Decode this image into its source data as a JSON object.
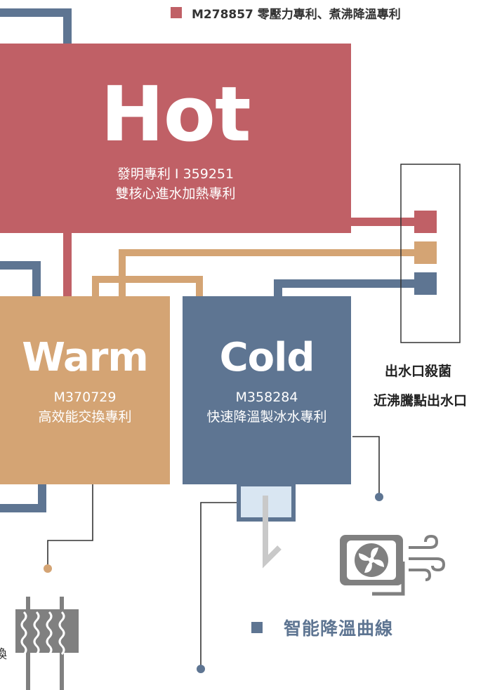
{
  "legend": {
    "patent_text": "M278857 零壓力專利、煮沸降溫專利",
    "color": "#c06066"
  },
  "hot": {
    "title": "Hot",
    "line1": "發明專利 I 359251",
    "line2": "雙核心進水加熱專利",
    "color": "#c06066"
  },
  "warm": {
    "title": "Warm",
    "line1": "M370729",
    "line2": "高效能交換專利",
    "color": "#d4a474"
  },
  "cold": {
    "title": "Cold",
    "line1": "M358284",
    "line2": "快速降溫製冰水專利",
    "color": "#5e7592"
  },
  "outlet": {
    "line1": "出水口殺菌",
    "line2": "近沸騰點出水口"
  },
  "curve": {
    "label": "智能降溫曲線"
  },
  "edge": {
    "char": "換"
  },
  "icons": [
    "heat-exchanger-icon",
    "fan-icon",
    "faucet-icon"
  ]
}
